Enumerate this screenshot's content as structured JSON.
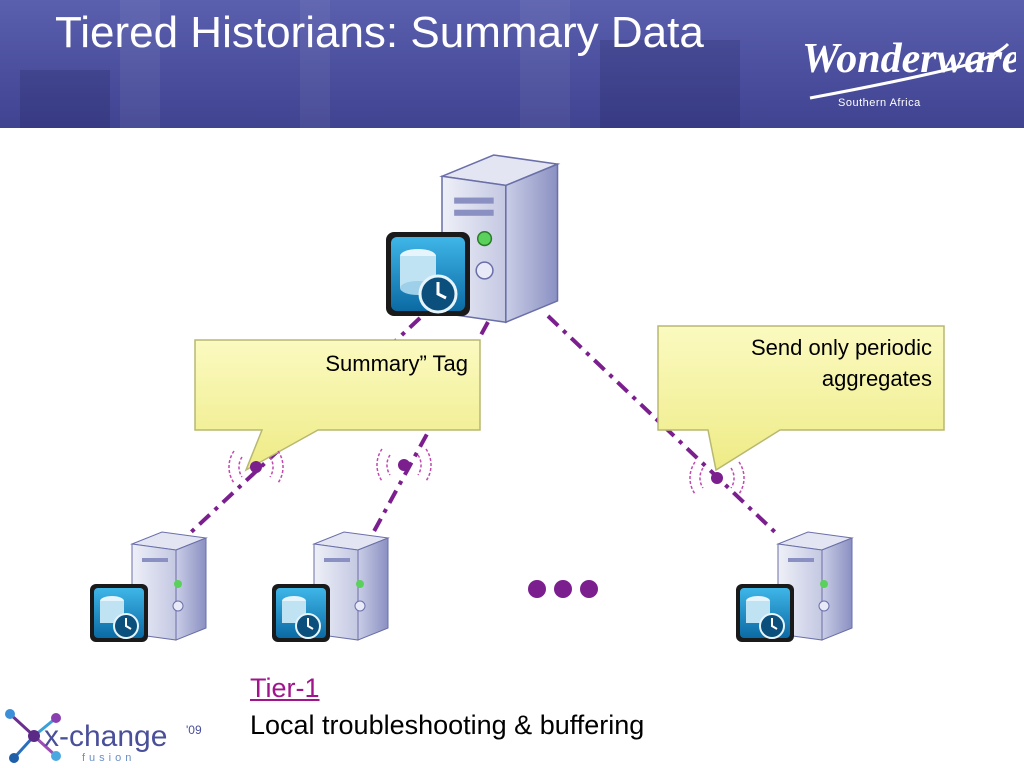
{
  "slide": {
    "title": "Tiered Historians: Summary Data",
    "brand_logo": {
      "text": "Wonderware",
      "subtitle": "Southern Africa"
    },
    "callouts": [
      {
        "text": "Summary” Tag"
      },
      {
        "lines": [
          "Send only periodic",
          "aggregates"
        ]
      }
    ],
    "ellipsis": "•••",
    "tier": {
      "label": "Tier-1",
      "description": "Local troubleshooting & buffering"
    },
    "event_logo": {
      "text": "x-change",
      "sub": "fusion",
      "year": "'09"
    }
  },
  "colors": {
    "header": "#4b4f9e",
    "callout_fill": "#f8f6a0",
    "link_line": "#7b1f8f",
    "tier_label": "#a0148c"
  },
  "icons": [
    "server-icon",
    "database-clock-icon",
    "wireless-signal-icon"
  ]
}
